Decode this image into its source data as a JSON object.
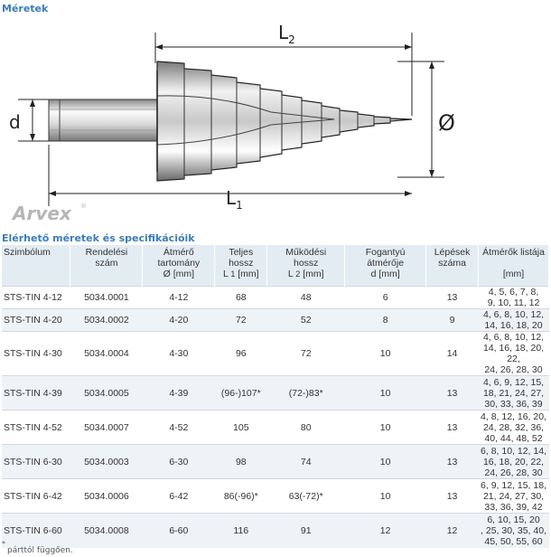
{
  "section_title_dimensions": "Méretek",
  "section_title_specs": "Elérhető méretek és specifikációik",
  "drawing": {
    "label_d": "d",
    "label_l2_main": "L",
    "label_l2_sub": "2",
    "label_l1_main": "L",
    "label_l1_sub": "1",
    "label_diameter": "Ø",
    "brand": "Arvex",
    "brand_mark": "®"
  },
  "table": {
    "headers": [
      {
        "lines": [
          "Szimbólum"
        ]
      },
      {
        "lines": [
          "Rendelési",
          "szám"
        ]
      },
      {
        "lines": [
          "Átmérő",
          "tartomány",
          "Ø [mm]"
        ]
      },
      {
        "lines": [
          "Teljes",
          "hossz"
        ],
        "unit_main": "L ",
        "unit_sub": "1",
        "unit_tail": " [mm]"
      },
      {
        "lines": [
          "Működési",
          "hossz"
        ],
        "unit_main": "L ",
        "unit_sub": "2",
        "unit_tail": " [mm]"
      },
      {
        "lines": [
          "Fogantyú",
          "átmérője",
          "d [mm]"
        ]
      },
      {
        "lines": [
          "Lépések",
          "száma"
        ]
      },
      {
        "lines": [
          "Átmérők listája",
          "",
          "[mm]"
        ]
      }
    ],
    "rows": [
      {
        "symbol": "STS-TIN 4-12",
        "order": "5034.0001",
        "range": "4-12",
        "l1": "68",
        "l2": "48",
        "d": "6",
        "steps": "13",
        "list": [
          "4, 5, 6, 7, 8,",
          "9, 10, 11, 12"
        ]
      },
      {
        "symbol": "STS-TIN 4-20",
        "order": "5034.0002",
        "range": "4-20",
        "l1": "72",
        "l2": "52",
        "d": "8",
        "steps": "9",
        "list": [
          "4, 6, 8, 10, 12,",
          "14, 16, 18, 20"
        ]
      },
      {
        "symbol": "STS-TIN 4-30",
        "order": "5034.0004",
        "range": "4-30",
        "l1": "96",
        "l2": "72",
        "d": "10",
        "steps": "14",
        "list": [
          "4, 6, 8, 10, 12,",
          "14, 16, 18, 20, 22,",
          "24, 26, 28, 30"
        ]
      },
      {
        "symbol": "STS-TIN 4-39",
        "order": "5034.0005",
        "range": "4-39",
        "l1": "(96-)107*",
        "l2": "(72-)83*",
        "d": "10",
        "steps": "13",
        "list": [
          "4, 6, 9, 12, 15,",
          "18, 21, 24, 27,",
          "30, 33, 36, 39"
        ]
      },
      {
        "symbol": "STS-TIN 4-52",
        "order": "5034.0007",
        "range": "4-52",
        "l1": "105",
        "l2": "80",
        "d": "10",
        "steps": "13",
        "list": [
          "4, 8, 12, 16, 20,",
          "24, 28, 32, 36,",
          "40, 44, 48, 52"
        ]
      },
      {
        "symbol": "STS-TIN 6-30",
        "order": "5034.0003",
        "range": "6-30",
        "l1": "98",
        "l2": "74",
        "d": "10",
        "steps": "13",
        "list": [
          "6, 8, 10, 12, 14,",
          "16, 18, 20, 22,",
          "24, 26, 28, 30"
        ]
      },
      {
        "symbol": "STS-TIN 6-42",
        "order": "5034.0006",
        "range": "6-42",
        "l1": "86(-96)*",
        "l2": "63(-72)*",
        "d": "10",
        "steps": "13",
        "list": [
          "6, 9, 12, 15, 18,",
          "21, 24, 27, 30,",
          "33, 36, 39, 42"
        ]
      },
      {
        "symbol": "STS-TIN 6-60",
        "order": "5034.0008",
        "range": "6-60",
        "l1": "116",
        "l2": "91",
        "d": "12",
        "steps": "12",
        "list": [
          "6, 10, 15, 20",
          ", 25, 30, 35, 40,",
          "45, 50, 55, 60"
        ]
      }
    ]
  },
  "footnote_mark": "*",
  "footnote_text": "párttól függően."
}
